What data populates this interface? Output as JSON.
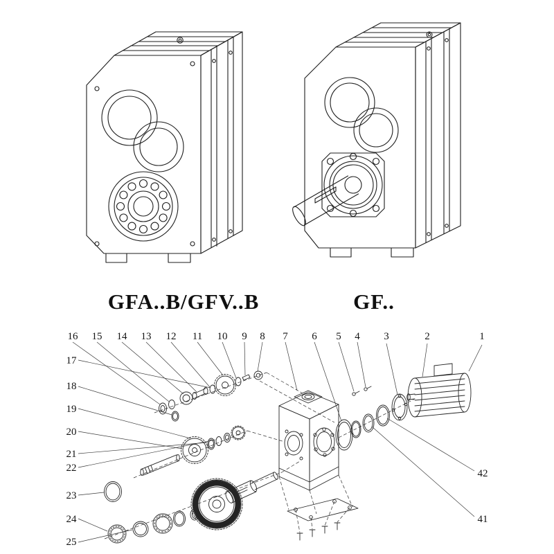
{
  "page": {
    "background": "#ffffff",
    "ink": "#1d1d1d"
  },
  "models": {
    "left": {
      "label": "GFA..B/GFV..B"
    },
    "right": {
      "label": "GF.."
    }
  },
  "exploded_view": {
    "callouts_top": [
      "16",
      "15",
      "14",
      "13",
      "12",
      "11",
      "10",
      "9",
      "8",
      "7",
      "6",
      "5",
      "4",
      "3",
      "2",
      "1"
    ],
    "callouts_left": [
      "17",
      "18",
      "19",
      "20",
      "21",
      "22",
      "23",
      "24",
      "25"
    ],
    "callouts_right": [
      "42",
      "41"
    ]
  }
}
